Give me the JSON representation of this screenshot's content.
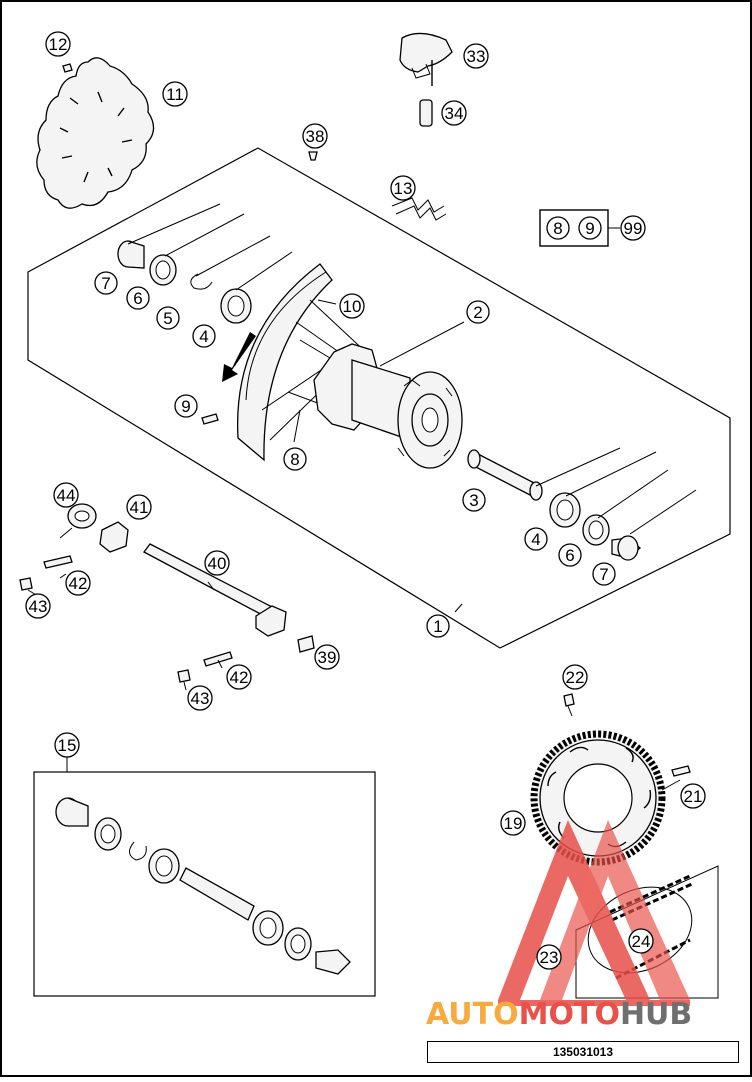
{
  "document_number": "135031013",
  "watermark": {
    "word_part1": "AUTO",
    "word_part2": "MOTO",
    "word_part3": "HUB",
    "color_orange": "#f7ab3e",
    "color_red": "#e8504a",
    "color_grey": "#6f6f6f"
  },
  "callouts": {
    "c1": "1",
    "c2": "2",
    "c3": "3",
    "c4a": "4",
    "c4b": "4",
    "c5": "5",
    "c6a": "6",
    "c6b": "6",
    "c7a": "7",
    "c7b": "7",
    "c8": "8",
    "c9": "9",
    "c10": "10",
    "c11": "11",
    "c12": "12",
    "c13": "13",
    "c15": "15",
    "c19": "19",
    "c21": "21",
    "c22": "22",
    "c23": "23",
    "c24": "24",
    "c33": "33",
    "c34": "34",
    "c38": "38",
    "c39": "39",
    "c40": "40",
    "c41": "41",
    "c42a": "42",
    "c42b": "42",
    "c43a": "43",
    "c43b": "43",
    "c44": "44",
    "kit_a": "8",
    "kit_b": "9",
    "kit_result": "99"
  }
}
